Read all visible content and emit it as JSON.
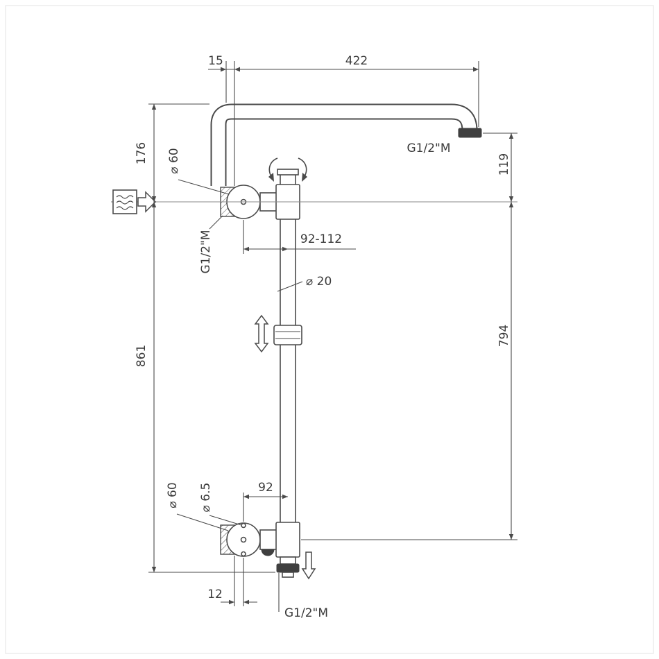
{
  "colors": {
    "line": "#4a4a4a",
    "text": "#3a3a3a",
    "dark": "#3f3f3f"
  },
  "labels": {
    "top_offset": "15",
    "arm_length": "422",
    "arm_thread": "G1/2\"M",
    "head_drop": "119",
    "upper_height": "176",
    "flange_top_diameter": "⌀ 60",
    "inlet_thread": "G1/2\"M",
    "wall_distance": "92-112",
    "pipe_diameter": "⌀ 20",
    "total_height": "861",
    "column_height": "794",
    "flange_bottom_diameter": "⌀ 60",
    "screw_diameter": "⌀ 6.5",
    "bottom_offset": "92",
    "bottom_inset": "12",
    "outlet_thread": "G1/2\"M"
  }
}
